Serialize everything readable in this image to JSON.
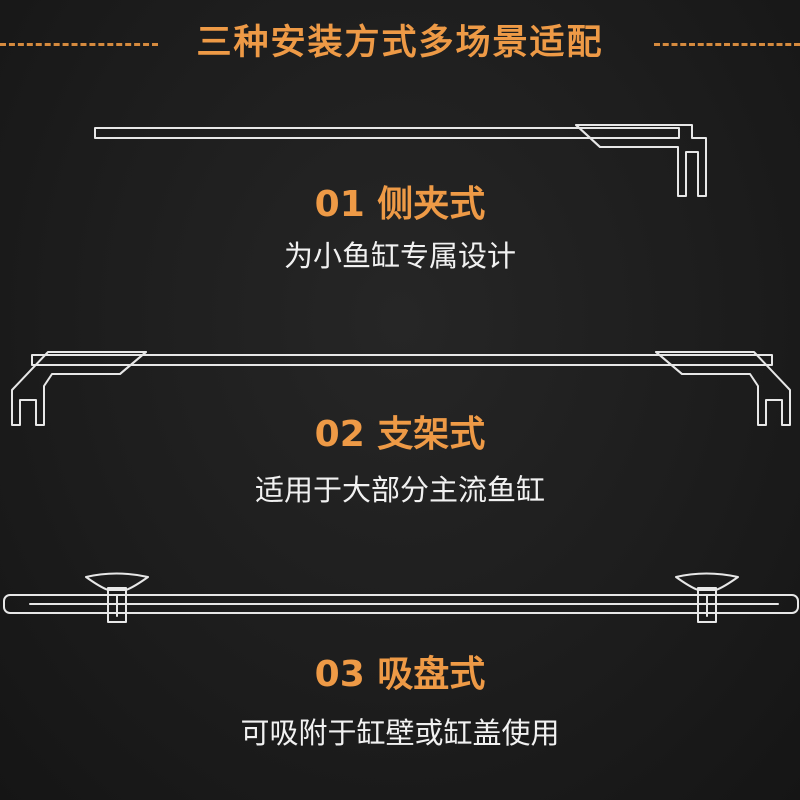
{
  "header": {
    "title": "三种安装方式多场景适配"
  },
  "sections": [
    {
      "title": "01 侧夹式",
      "description": "为小鱼缸专属设计",
      "illustration": "side-clamp-rail"
    },
    {
      "title": "02 支架式",
      "description": "适用于大部分主流鱼缸",
      "illustration": "bracket-rail"
    },
    {
      "title": "03 吸盘式",
      "description": "可吸附于缸壁或缸盖使用",
      "illustration": "suction-cup-rail"
    }
  ],
  "colors": {
    "accent": "#ee9a46",
    "text": "#f1f1f1",
    "line": "#e7e7e7",
    "background": "#1c1c1c"
  }
}
